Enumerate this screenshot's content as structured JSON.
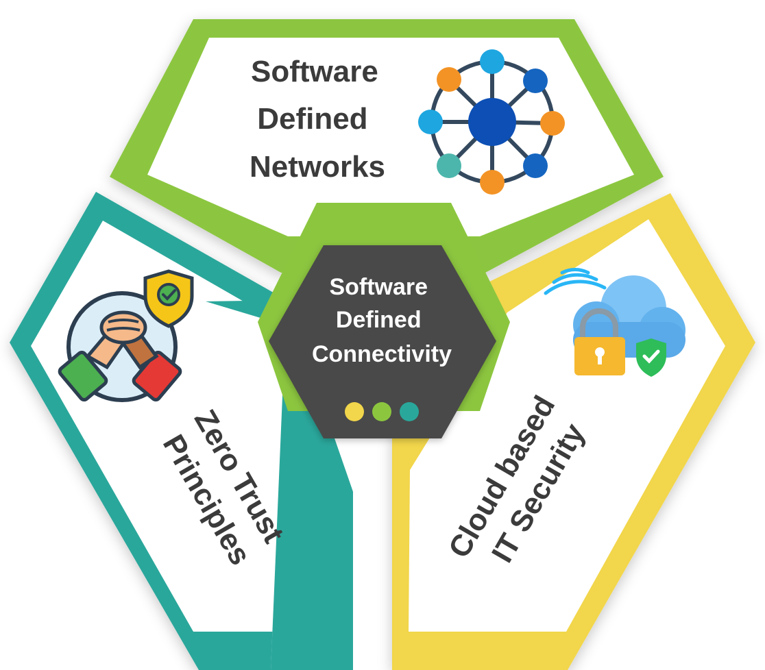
{
  "diagram": {
    "center": {
      "lines": [
        "Software",
        "Defined",
        "Connectivity"
      ],
      "dot_colors": [
        "#f2d64b",
        "#8cc63f",
        "#2aa79b"
      ]
    },
    "segments": [
      {
        "id": "top",
        "lines": [
          "Software",
          "Defined",
          "Networks"
        ],
        "accent": "#8cc63f",
        "icon": "network-hub-icon"
      },
      {
        "id": "left",
        "lines": [
          "Zero Trust",
          "Principles"
        ],
        "accent": "#2aa79b",
        "icon": "handshake-shield-icon"
      },
      {
        "id": "right",
        "lines": [
          "Cloud based",
          "IT Security"
        ],
        "accent": "#f2d64b",
        "icon": "cloud-lock-icon"
      }
    ],
    "colors": {
      "center_fill": "#4a4a4a",
      "text_dark": "#3b3b3b",
      "text_light": "#ffffff"
    }
  }
}
